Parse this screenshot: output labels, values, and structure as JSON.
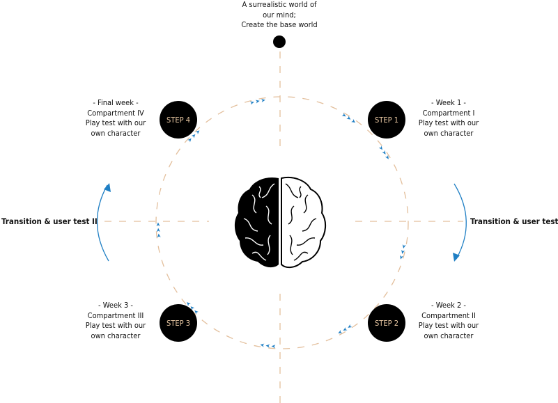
{
  "top": {
    "lines": [
      "A surrealistic world of",
      "our mind;",
      "Create the base world"
    ]
  },
  "steps": [
    {
      "badge": "STEP 1",
      "lines": [
        "- Week 1 -",
        "Compartment I",
        "Play test with our",
        "own character"
      ]
    },
    {
      "badge": "STEP 2",
      "lines": [
        "- Week 2 -",
        "Compartment II",
        "Play test with our",
        "own character"
      ]
    },
    {
      "badge": "STEP 3",
      "lines": [
        "- Week 3 -",
        "Compartment III",
        "Play test with our",
        "own character"
      ]
    },
    {
      "badge": "STEP 4",
      "lines": [
        "- Final week -",
        "Compartment IV",
        "Play test with our",
        "own character"
      ]
    }
  ],
  "transitions": {
    "right": "Transition & user test I",
    "left": "Transition & user test II"
  },
  "center_icon": "brain-icon",
  "colors": {
    "dash": "#e3bf9c",
    "arrow": "#1f7fc4",
    "step_fill": "#000000",
    "step_text": "#e9c8a3"
  }
}
